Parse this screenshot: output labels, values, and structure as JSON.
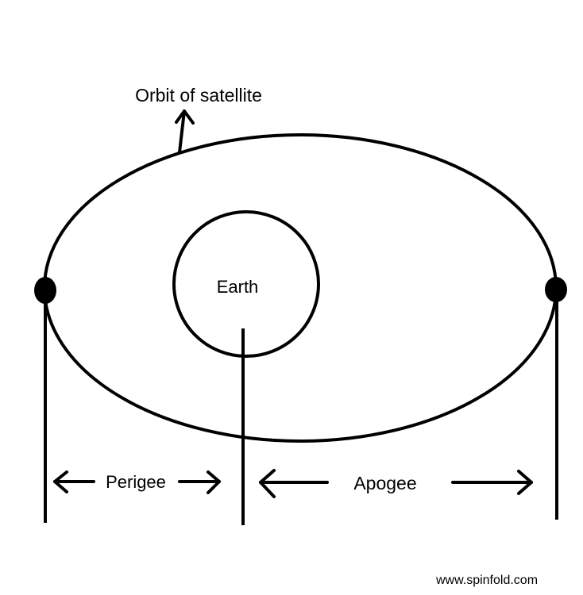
{
  "labels": {
    "orbit": "Orbit of satellite",
    "earth": "Earth",
    "perigee": "Perigee",
    "apogee": "Apogee",
    "watermark": "www.spinfold.com"
  },
  "colors": {
    "background": "#ffffff",
    "stroke": "#000000"
  }
}
